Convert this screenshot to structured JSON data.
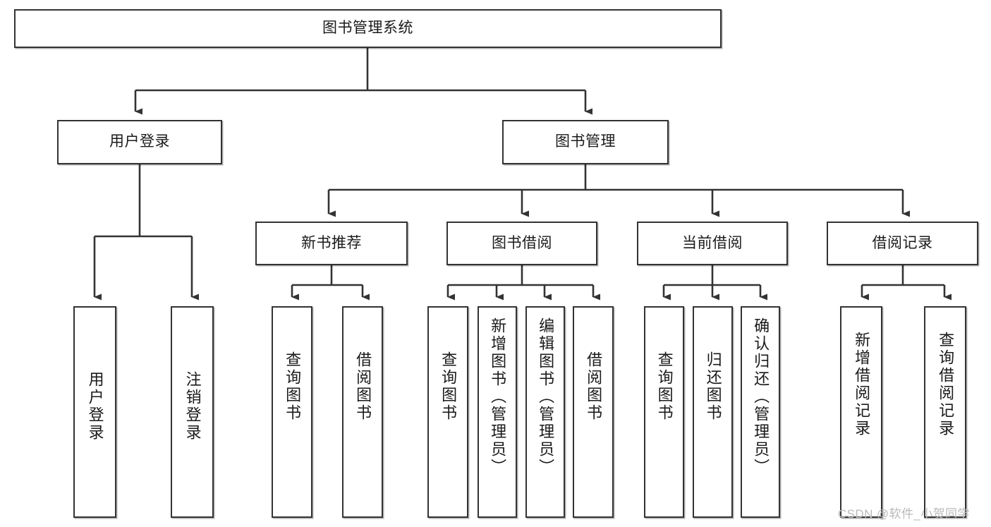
{
  "diagram": {
    "title": "图书管理系统",
    "type": "tree-hierarchy-diagram",
    "root": {
      "label": "图书管理系统"
    },
    "level2": [
      {
        "label": "用户登录"
      },
      {
        "label": "图书管理"
      }
    ],
    "level3": [
      {
        "label": "新书推荐"
      },
      {
        "label": "图书借阅"
      },
      {
        "label": "当前借阅"
      },
      {
        "label": "借阅记录"
      }
    ],
    "leaves": {
      "user_login": [
        {
          "label": "用户登录"
        },
        {
          "label": "注销登录"
        }
      ],
      "new_book_recommend": [
        {
          "label": "查询图书"
        },
        {
          "label": "借阅图书"
        }
      ],
      "book_borrow": [
        {
          "label": "查询图书"
        },
        {
          "label": "新增图书（管理员）"
        },
        {
          "label": "编辑图书（管理员）"
        },
        {
          "label": "借阅图书"
        }
      ],
      "current_borrow": [
        {
          "label": "查询图书"
        },
        {
          "label": "归还图书"
        },
        {
          "label": "确认归还（管理员）"
        }
      ],
      "borrow_record": [
        {
          "label": "新增借阅记录"
        },
        {
          "label": "查询借阅记录"
        }
      ]
    }
  },
  "watermark": {
    "text": "CSDN @软件_小贺同学"
  },
  "colors": {
    "border": "#333333",
    "background": "#ffffff",
    "text": "#1a1a1a",
    "watermark": "#b9b9b9"
  }
}
